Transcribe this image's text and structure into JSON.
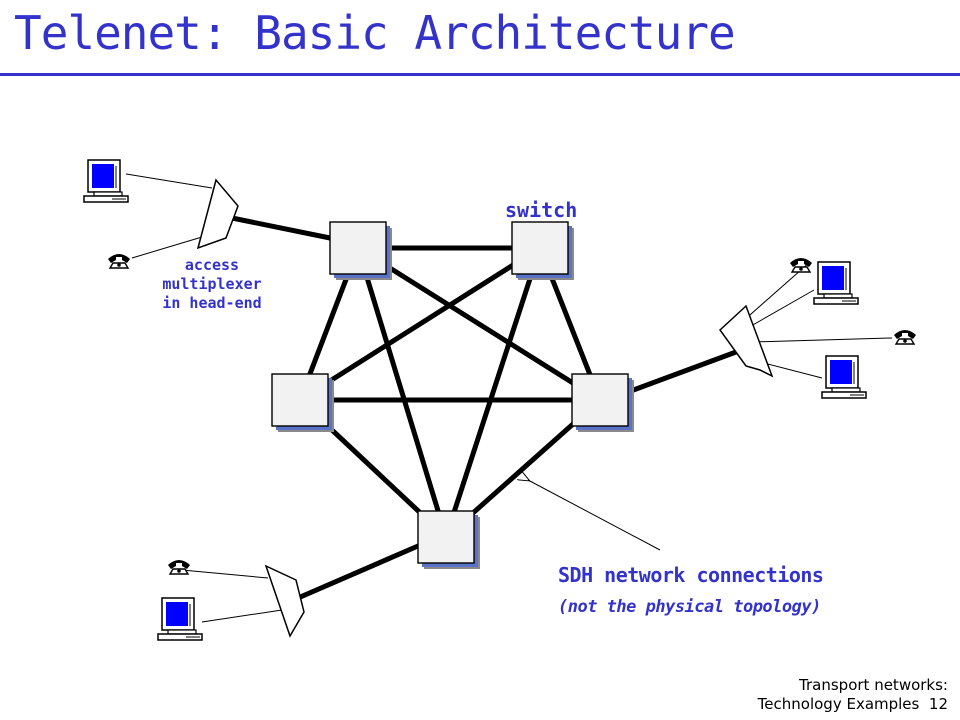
{
  "slide": {
    "title": "Telenet: Basic Architecture"
  },
  "labels": {
    "switch": "switch",
    "access_line1": "access",
    "access_line2": "multiplexer",
    "access_line3": "in head-end",
    "sdh_main": "SDH network connections",
    "sdh_note": "(not the physical topology)"
  },
  "footer": {
    "line1": "Transport networks:",
    "line2": "Technology Examples",
    "page": "12"
  },
  "colors": {
    "title": "#3333cc",
    "label_blue": "#3333cc",
    "screen": "#0000ff",
    "switch_fill": "#f0f0f0"
  },
  "icons": [
    "desktop-computer-icon",
    "telephone-icon",
    "multiplexer-icon",
    "switch-icon"
  ]
}
